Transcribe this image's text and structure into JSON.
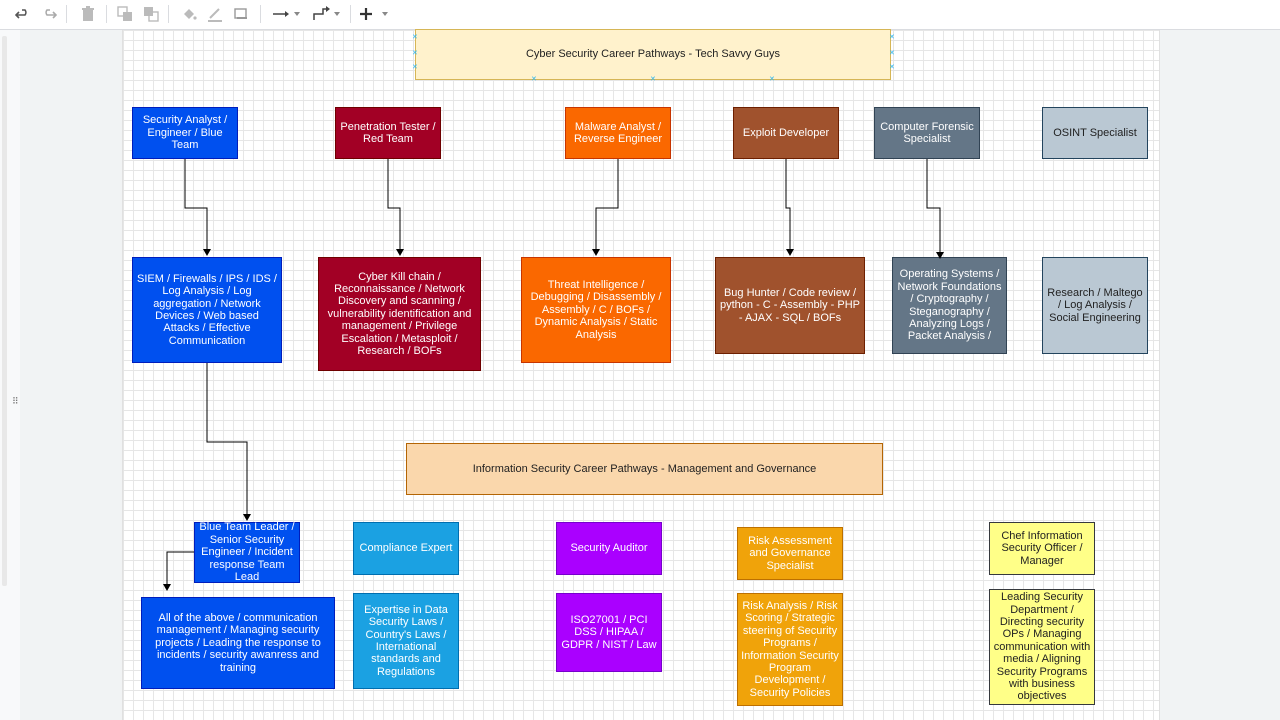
{
  "toolbar": {
    "icons": [
      "undo-icon",
      "redo-icon",
      "delete-icon",
      "to-front-icon",
      "to-back-icon",
      "fill-color-icon",
      "line-color-icon",
      "shadow-icon",
      "connection-icon",
      "waypoints-icon",
      "insert-icon"
    ]
  },
  "diagram": {
    "title": "Cyber Security Career Pathways - Tech Savvy Guys",
    "roles": [
      {
        "label": "Security Analyst / Engineer / Blue Team",
        "color": "#0050ef"
      },
      {
        "label": "Penetration Tester / Red Team",
        "color": "#a20025"
      },
      {
        "label": "Malware Analyst / Reverse Engineer",
        "color": "#fa6800"
      },
      {
        "label": "Exploit Developer",
        "color": "#a0522d"
      },
      {
        "label": "Computer Forensic Specialist",
        "color": "#647687"
      },
      {
        "label": "OSINT Specialist",
        "color": "#bac8d3"
      }
    ],
    "skills": [
      {
        "label": "SIEM / Firewalls / IPS / IDS / Log Analysis / Log aggregation / Network Devices / Web based Attacks / Effective Communication"
      },
      {
        "label": "Cyber Kill chain / Reconnaissance / Network Discovery and scanning / vulnerability identification and management / Privilege Escalation / Metasploit / Research / BOFs"
      },
      {
        "label": "Threat Intelligence / Debugging / Disassembly / Assembly / C / BOFs / Dynamic Analysis / Static Analysis"
      },
      {
        "label": "Bug Hunter / Code review / python - C - Assembly - PHP - AJAX - SQL / BOFs"
      },
      {
        "label": "Operating Systems / Network Foundations / Cryptography / Steganography / Analyzing Logs / Packet Analysis /"
      },
      {
        "label": "Research / Maltego / Log Analysis / Social Engineering"
      }
    ],
    "management_title": "Information Security Career Pathways - Management and Governance",
    "mgmt_roles": [
      {
        "label": "Blue Team Leader / Senior Security Engineer / Incident response Team Lead"
      },
      {
        "label": "Compliance Expert"
      },
      {
        "label": "Security Auditor"
      },
      {
        "label": "Risk Assessment and Governance Specialist"
      },
      {
        "label": "Chef Information Security Officer / Manager"
      }
    ],
    "mgmt_skills": [
      {
        "label": "All of the above / communication management / Managing security projects / Leading the response to incidents / security awanress and training"
      },
      {
        "label": "Expertise in Data Security Laws / Country's Laws / International standards and Regulations"
      },
      {
        "label": "ISO27001 / PCI DSS / HIPAA / GDPR / NIST / Law"
      },
      {
        "label": "Risk Analysis / Risk Scoring / Strategic steering of Security Programs / Information Security Program Development / Security Policies"
      },
      {
        "label": "Leading Security Department / Directing security OPs / Managing communication with media / Aligning Security Programs with business objectives"
      }
    ]
  }
}
